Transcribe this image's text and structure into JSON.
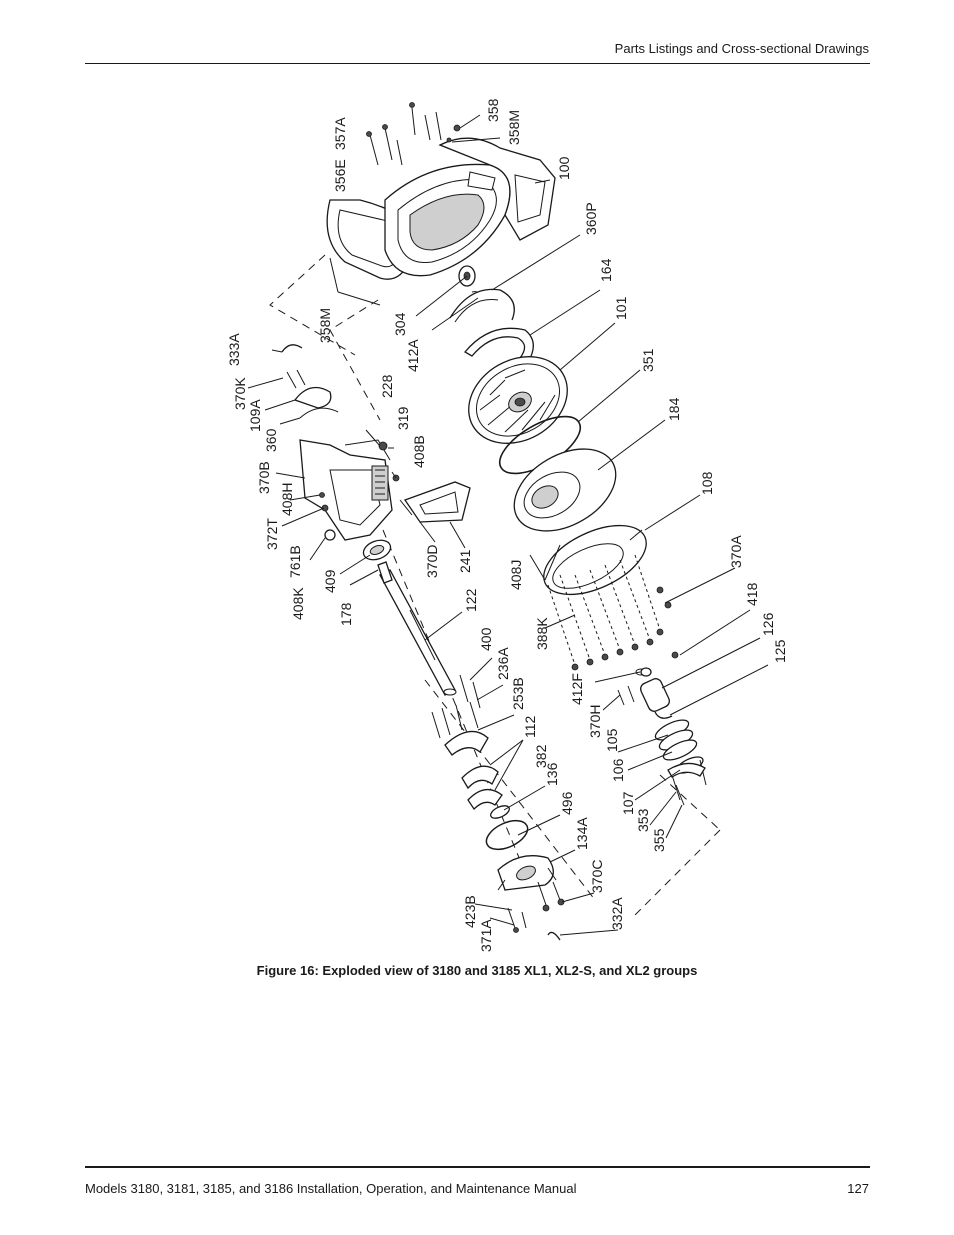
{
  "header": {
    "title": "Parts Listings and Cross-sectional Drawings"
  },
  "figure": {
    "caption": "Figure 16: Exploded view of 3180 and 3185 XL1, XL2-S, and XL2 groups",
    "labels": [
      "358",
      "358M",
      "357A",
      "356E",
      "100",
      "360P",
      "164",
      "101",
      "351",
      "184",
      "108",
      "370A",
      "418",
      "126",
      "125",
      "333A",
      "370K",
      "109A",
      "360",
      "228",
      "319",
      "408B",
      "304",
      "412A",
      "358M",
      "370B",
      "408H",
      "372T",
      "761B",
      "408K",
      "409",
      "178",
      "370D",
      "241",
      "122",
      "408J",
      "388K",
      "400",
      "236A",
      "253B",
      "412F",
      "370H",
      "105",
      "106",
      "107",
      "353",
      "355",
      "112",
      "382",
      "136",
      "496",
      "134A",
      "370C",
      "332A",
      "423B",
      "371A"
    ]
  },
  "footer": {
    "manual": "Models 3180, 3181, 3185, and 3186 Installation, Operation, and Maintenance Manual",
    "page": "127"
  }
}
